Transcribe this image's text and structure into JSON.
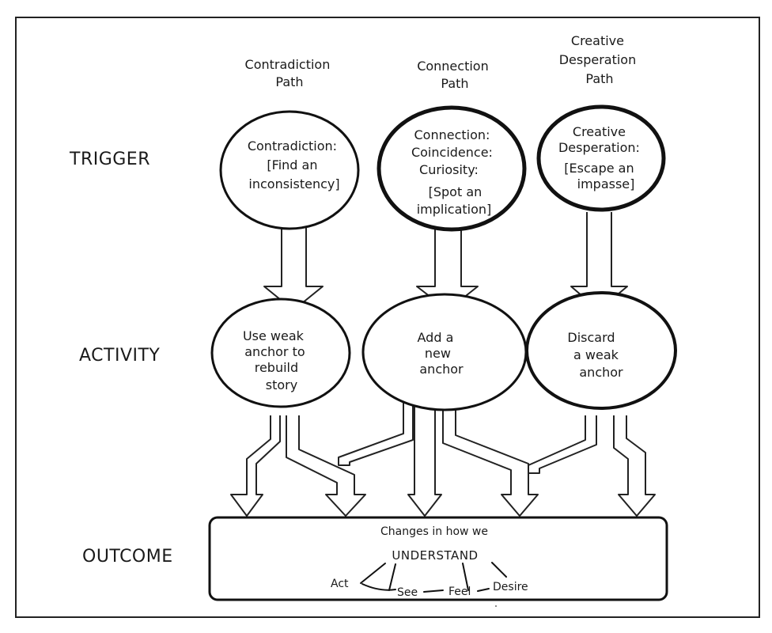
{
  "paths": [
    {
      "title_lines": [
        "Contradiction",
        "Path"
      ]
    },
    {
      "title_lines": [
        "Connection",
        "Path"
      ]
    },
    {
      "title_lines": [
        "Creative",
        "Desperation",
        "Path"
      ]
    }
  ],
  "rows": {
    "trigger": "TRIGGER",
    "activity": "ACTIVITY",
    "outcome": "OUTCOME"
  },
  "triggers": [
    {
      "lines": [
        "Contradiction:",
        "[Find an",
        "inconsistency]"
      ]
    },
    {
      "lines": [
        "Connection:",
        "Coincidence:",
        "Curiosity:",
        "[Spot an",
        "implication]"
      ]
    },
    {
      "lines": [
        "Creative",
        "Desperation:",
        "[Escape an",
        "impasse]"
      ]
    }
  ],
  "activities": [
    {
      "lines": [
        "Use weak",
        "anchor to",
        "rebuild",
        "story"
      ]
    },
    {
      "lines": [
        "Add a",
        "new",
        "anchor"
      ]
    },
    {
      "lines": [
        "Discard",
        "a weak",
        "anchor"
      ]
    }
  ],
  "outcome": {
    "title": "Changes in how we",
    "main": "UNDERSTAND",
    "words": [
      "Act",
      "See",
      "Feel",
      "Desire"
    ]
  }
}
